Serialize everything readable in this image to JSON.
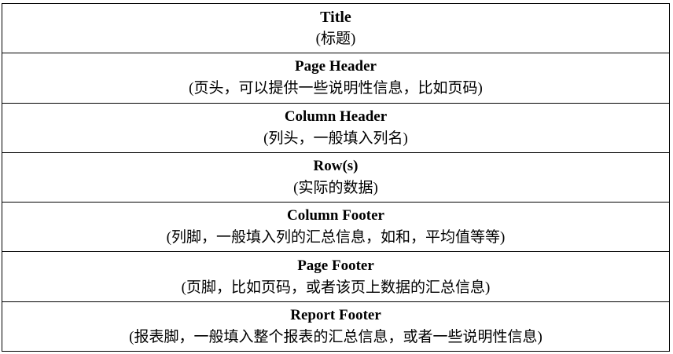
{
  "bands": [
    {
      "title": "Title",
      "description": "(标题)"
    },
    {
      "title": "Page Header",
      "description": "(页头，可以提供一些说明性信息，比如页码)"
    },
    {
      "title": "Column Header",
      "description": "(列头，一般填入列名)"
    },
    {
      "title": "Row(s)",
      "description": "(实际的数据)"
    },
    {
      "title": "Column Footer",
      "description": "(列脚，一般填入列的汇总信息，如和，平均值等等)"
    },
    {
      "title": "Page Footer",
      "description": "(页脚，比如页码，或者该页上数据的汇总信息)"
    },
    {
      "title": "Report Footer",
      "description": "(报表脚，一般填入整个报表的汇总信息，或者一些说明性信息)"
    }
  ]
}
